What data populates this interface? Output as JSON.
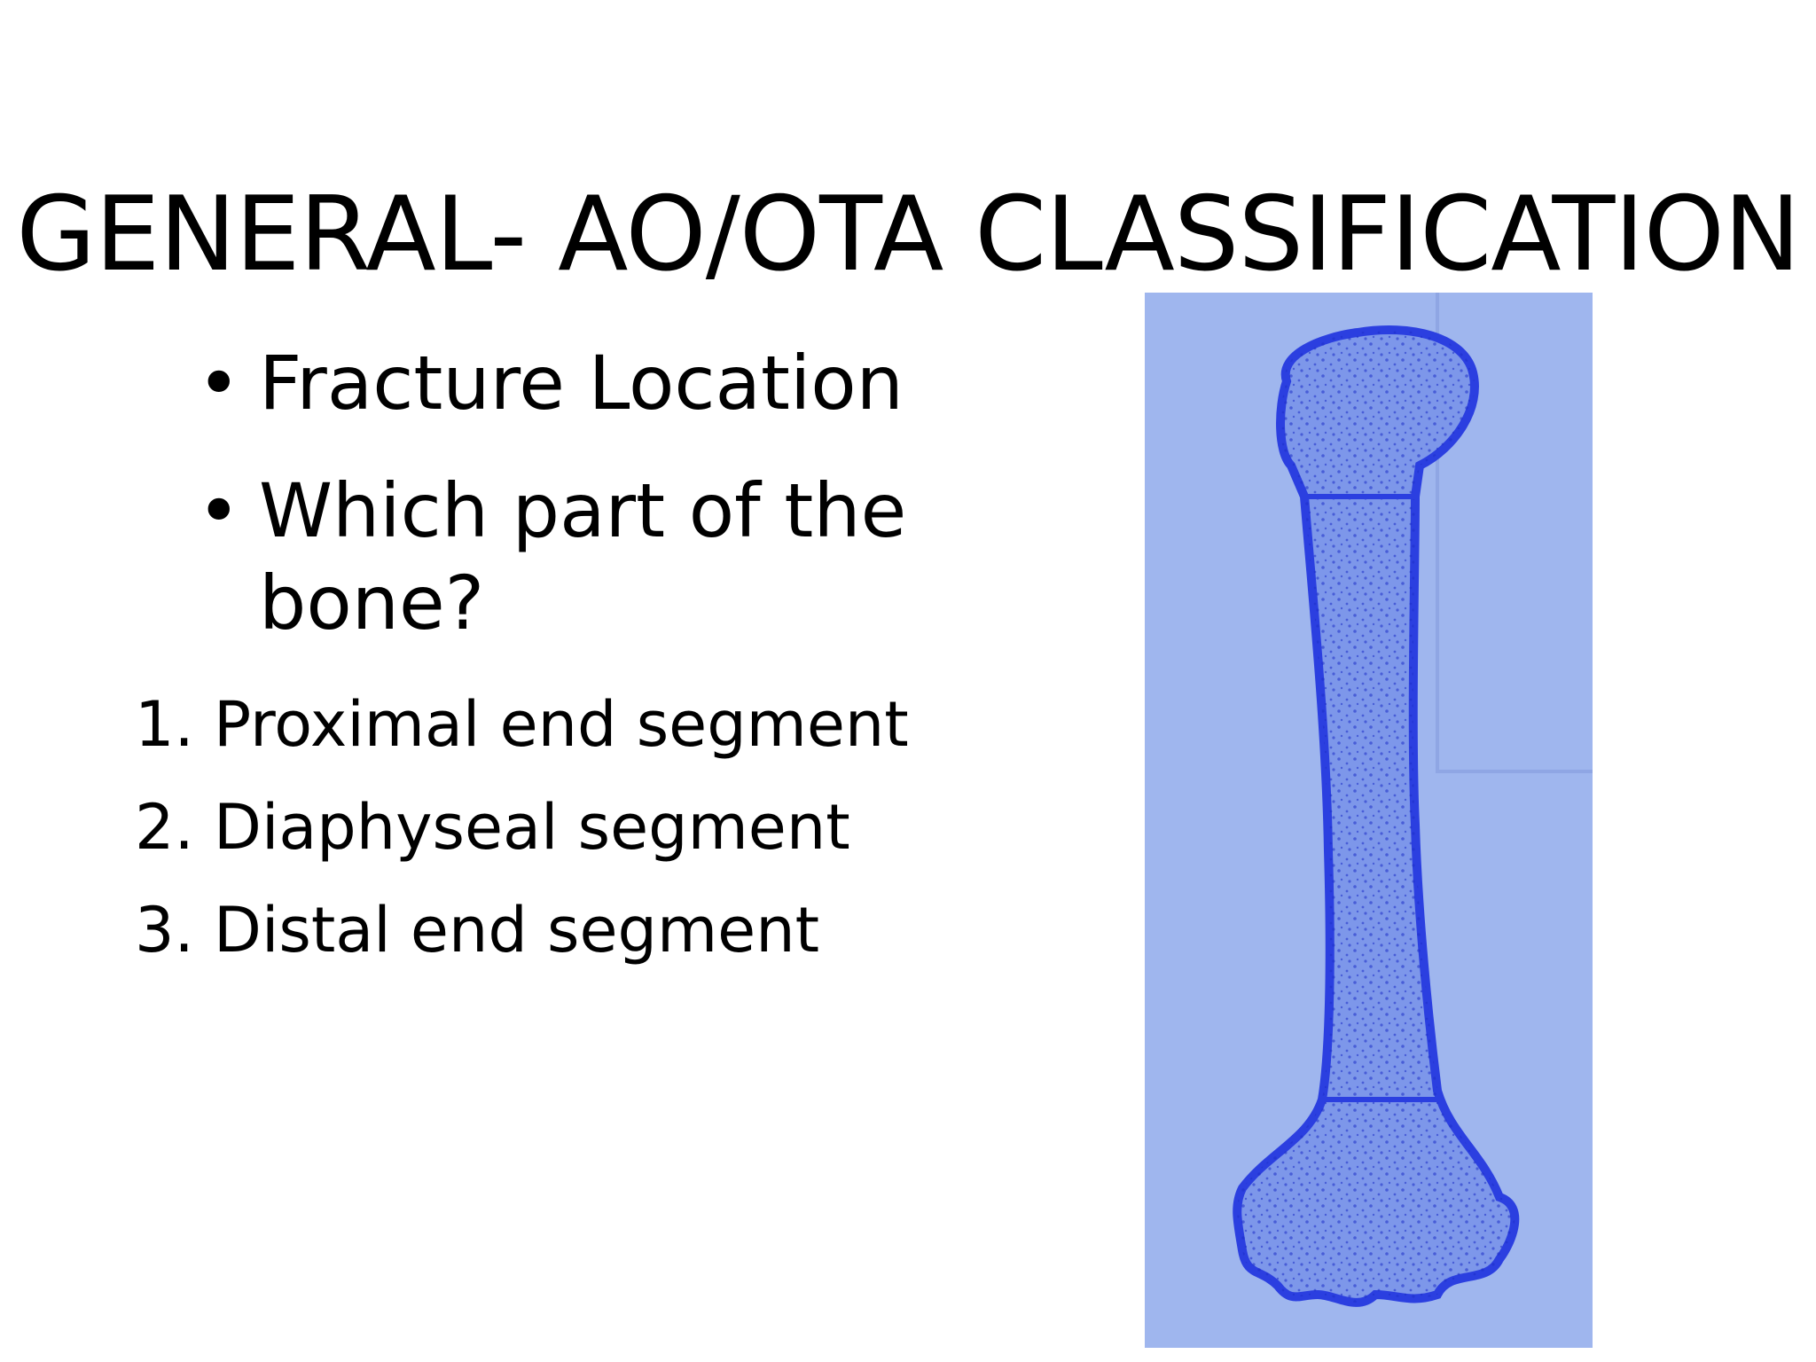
{
  "slide": {
    "title": "GENERAL- AO/OTA CLASSIFICATION",
    "bullets": [
      "Fracture Location",
      "Which part of the bone?"
    ],
    "numbered_items": [
      "1. Proximal end segment",
      "2. Diaphyseal segment",
      "3. Distal end segment"
    ]
  },
  "figure": {
    "description_icon": "humerus-bone-icon",
    "background_color": "#9fb6ee",
    "bone_fill_color": "#7d97ea",
    "outline_color": "#2b3fe0"
  }
}
